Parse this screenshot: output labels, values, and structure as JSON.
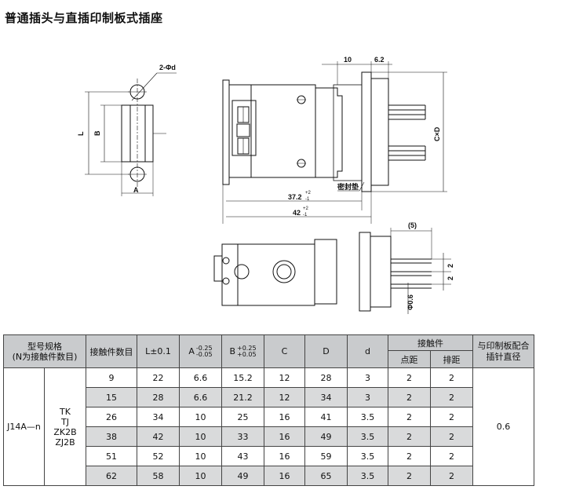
{
  "title": "普通插头与直插印制板式插座",
  "drawing": {
    "labels": {
      "phi_d": "2-Φd",
      "L": "L",
      "B": "B",
      "A": "A",
      "dim_10": "10",
      "dim_6_2": "6.2",
      "CxD": "C×D",
      "dim_37_2": "37.2",
      "tol_37_2_top": "+2",
      "tol_37_2_bot": "-1",
      "gasket": "密封垫",
      "dim_42": "42",
      "tol_42_top": "+2",
      "tol_42_bot": "-1",
      "dim_5": "(5)",
      "dim_2a": "2",
      "dim_2b": "2",
      "phi_0_6": "Φ0.6"
    }
  },
  "table": {
    "headers": {
      "model": "型号规格\n(N为接触件数目)",
      "contacts": "接触件数目",
      "L": "L±0.1",
      "A_main": "A",
      "A_tol_top": "-0.25",
      "A_tol_bot": "-0.05",
      "B_main": "B",
      "B_tol_top": "+0.25",
      "B_tol_bot": "+0.05",
      "C": "C",
      "D": "D",
      "d": "d",
      "contact_group": "接触件",
      "pitch": "点距",
      "row_pitch": "排距",
      "pcb": "与印制板配合\n插针直径"
    },
    "model": "J14A—n",
    "variants": "TK\nTJ\nZK2B\nZJ2B",
    "pcb_value": "0.6",
    "rows": [
      [
        "9",
        "22",
        "6.6",
        "15.2",
        "12",
        "28",
        "3",
        "2",
        "2"
      ],
      [
        "15",
        "28",
        "6.6",
        "21.2",
        "12",
        "34",
        "3",
        "2",
        "2"
      ],
      [
        "26",
        "34",
        "10",
        "25",
        "16",
        "41",
        "3.5",
        "2",
        "2"
      ],
      [
        "38",
        "42",
        "10",
        "33",
        "16",
        "49",
        "3.5",
        "2",
        "2"
      ],
      [
        "51",
        "52",
        "10",
        "43",
        "16",
        "59",
        "3.5",
        "2",
        "2"
      ],
      [
        "62",
        "58",
        "10",
        "49",
        "16",
        "65",
        "3.5",
        "2",
        "2"
      ]
    ]
  }
}
